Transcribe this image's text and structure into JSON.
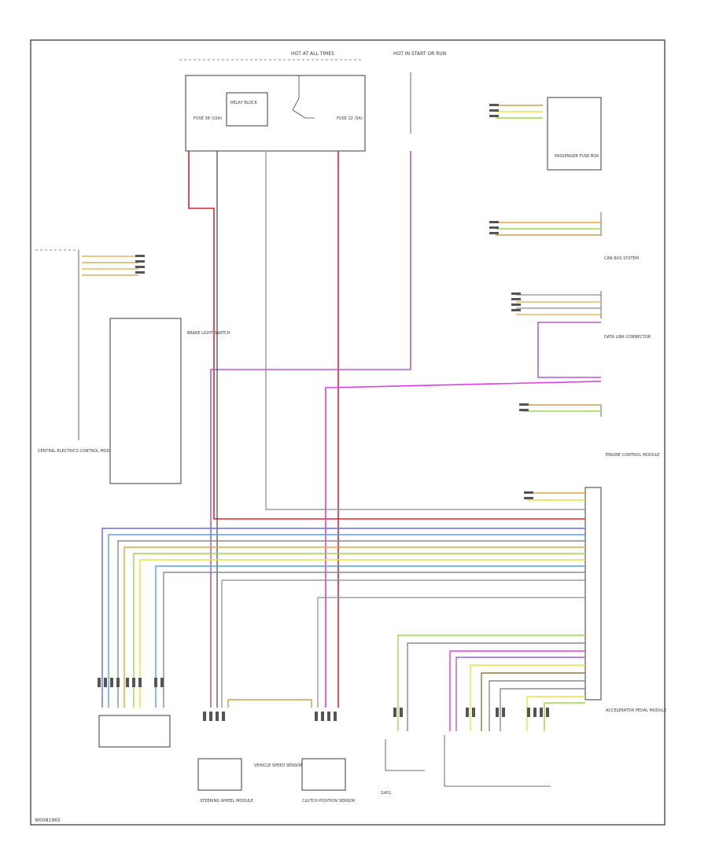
{
  "diagram": {
    "corner_code": "W0081965",
    "labels": {
      "hot_at_all_times": "HOT AT ALL TIMES",
      "hot_in_start": "HOT IN START OR RUN",
      "fuse_a": "FUSE 38 (10A)",
      "fuse_b": "FUSE 22 (5A)",
      "passenger_fuse": "PASSENGER FUSE BOX",
      "relay_block": "RELAY BLOCK",
      "left_ctrl_module": "CENTRAL ELECTRICS CONTROL MODULE",
      "engine_ctrl": "ENGINE CONTROL MODULE",
      "speed_sensor": "VEHICLE SPEED SENSOR",
      "clutch_switch": "CLUTCH POSITION SENSOR",
      "steering_module": "STEERING WHEEL MODULE",
      "brake_switch": "BRAKE LIGHT SWITCH",
      "accel_pedal": "ACCELERATOR PEDAL MODULE",
      "can_bus": "CAN BUS SYSTEM",
      "data_link": "DATA LINK CONNECTOR",
      "ground": "G401"
    }
  },
  "colors": {
    "red": "#d9262e",
    "violet": "#b05cd6",
    "magenta": "#e23ce8",
    "blue": "#6b6be0",
    "lightblue": "#5aa0e8",
    "green": "#9bd84a",
    "yellow": "#e8e33a",
    "olive": "#c9a24a",
    "orange": "#e4a640",
    "gray": "#8c8c8c",
    "brown": "#a0703a",
    "black": "#444444"
  }
}
